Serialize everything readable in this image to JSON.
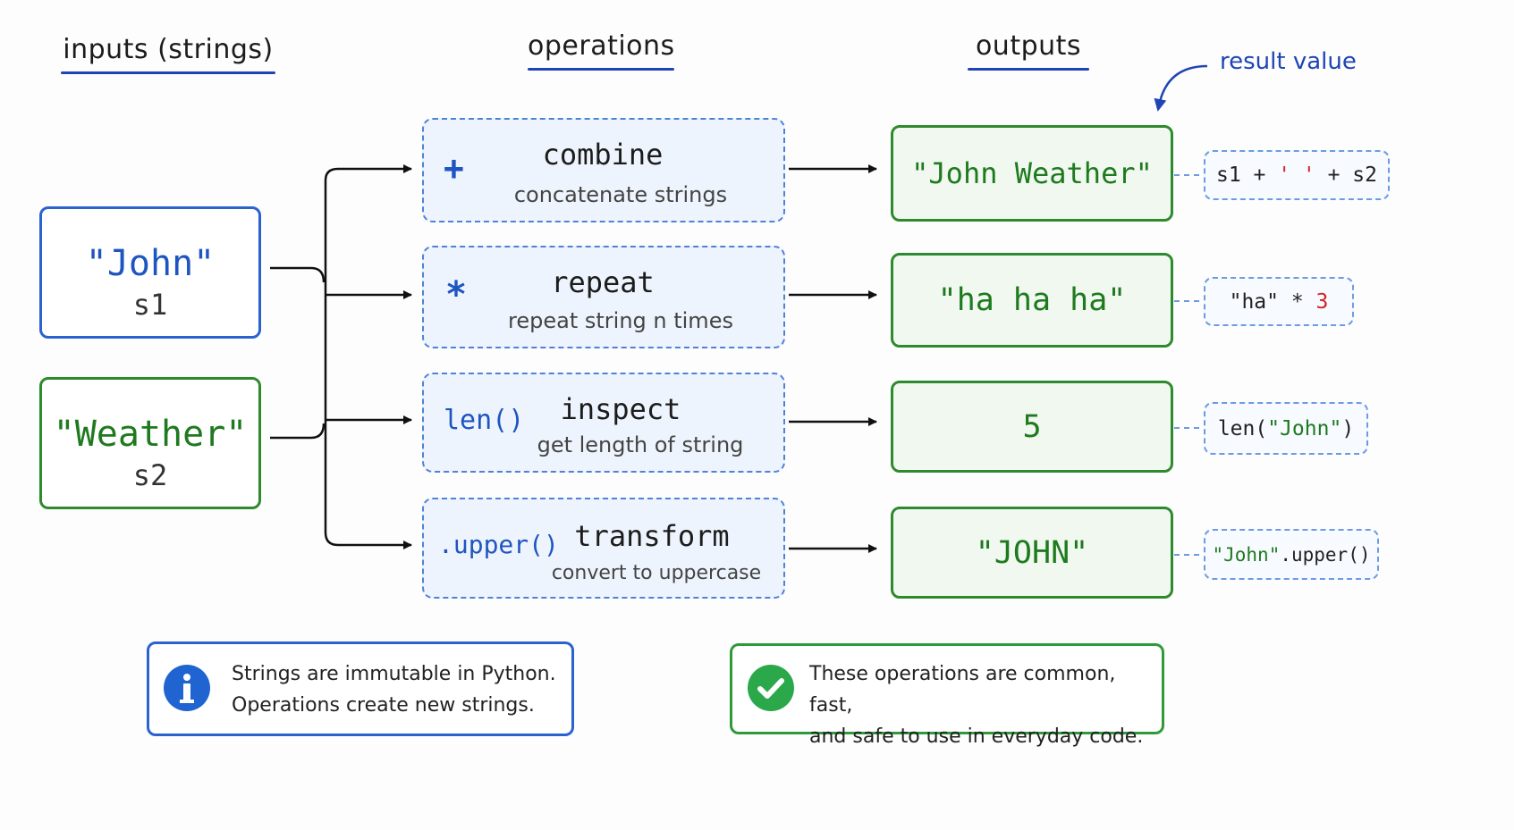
{
  "headers": {
    "inputs": "inputs (strings)",
    "operations": "operations",
    "outputs": "outputs"
  },
  "annotation": {
    "result_value": "result value"
  },
  "inputs": [
    {
      "value": "\"John\"",
      "var": "s1",
      "color": "#1f55c0"
    },
    {
      "value": "\"Weather\"",
      "var": "s2",
      "color": "#1f7a1f"
    }
  ],
  "operations": [
    {
      "symbol": "+",
      "name": "combine",
      "desc": "concatenate strings",
      "icon": "plus-icon"
    },
    {
      "symbol": "*",
      "name": "repeat",
      "desc": "repeat string n times",
      "icon": "asterisk-icon"
    },
    {
      "symbol": "len()",
      "name": "inspect",
      "desc": "get length of string"
    },
    {
      "symbol": ".upper()",
      "name": "transform",
      "desc": "convert to uppercase"
    }
  ],
  "outputs": [
    {
      "value": "\"John Weather\""
    },
    {
      "value": "\"ha ha ha\""
    },
    {
      "value": "5"
    },
    {
      "value": "\"JOHN\""
    }
  ],
  "code": [
    {
      "part_a": "s1 + ",
      "part_b": "' '",
      "part_c": " + s2"
    },
    {
      "part_a": "\"ha\" * ",
      "part_b": "3"
    },
    {
      "part_a": "len(",
      "part_b": "\"John\"",
      "part_c": ")"
    },
    {
      "part_a": "\"John\"",
      "part_b": ".upper()"
    }
  ],
  "notes": {
    "info": {
      "icon": "info-icon",
      "line1": "Strings are immutable in Python.",
      "line2": "Operations create new strings."
    },
    "check": {
      "icon": "check-circle-icon",
      "line1": "These operations are common, fast,",
      "line2": "and safe to use in everyday code."
    }
  },
  "colors": {
    "blue": "#1f55c0",
    "green": "#2e8a2e",
    "red": "#d32222",
    "op_fill": "#eef4fd",
    "out_fill": "#f0f8ef"
  }
}
